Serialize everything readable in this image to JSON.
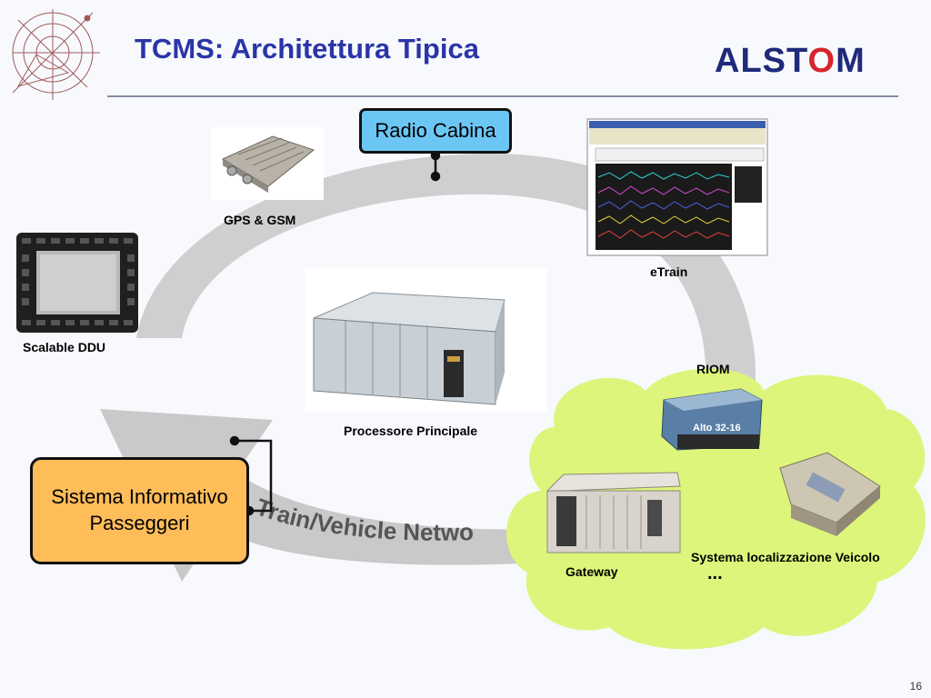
{
  "title": "TCMS: Architettura Tipica",
  "logo": {
    "text_left": "ALST",
    "text_o": "O",
    "text_right": "M"
  },
  "nodes": {
    "radio_cabina": "Radio Cabina",
    "sistema_informativo_line1": "Sistema Informativo",
    "sistema_informativo_line2": "Passeggeri"
  },
  "captions": {
    "gps_gsm": "GPS & GSM",
    "etrain": "eTrain",
    "scalable_ddu": "Scalable  DDU",
    "processore": "Processore Principale",
    "riom": "RIOM",
    "gateway": "Gateway",
    "localizzazione": "Systema localizzazione Veicolo",
    "ellipsis": "..."
  },
  "network_label": "Train/Vehicle Netwo",
  "riom_device_label": "Alto 32-16",
  "page_number": "16",
  "colors": {
    "title": "#2a35a8",
    "radio_box": "#6cc6f4",
    "pis_box": "#ffbd5a",
    "cloud": "#ddf57a",
    "ring": "#cfcfcf"
  }
}
